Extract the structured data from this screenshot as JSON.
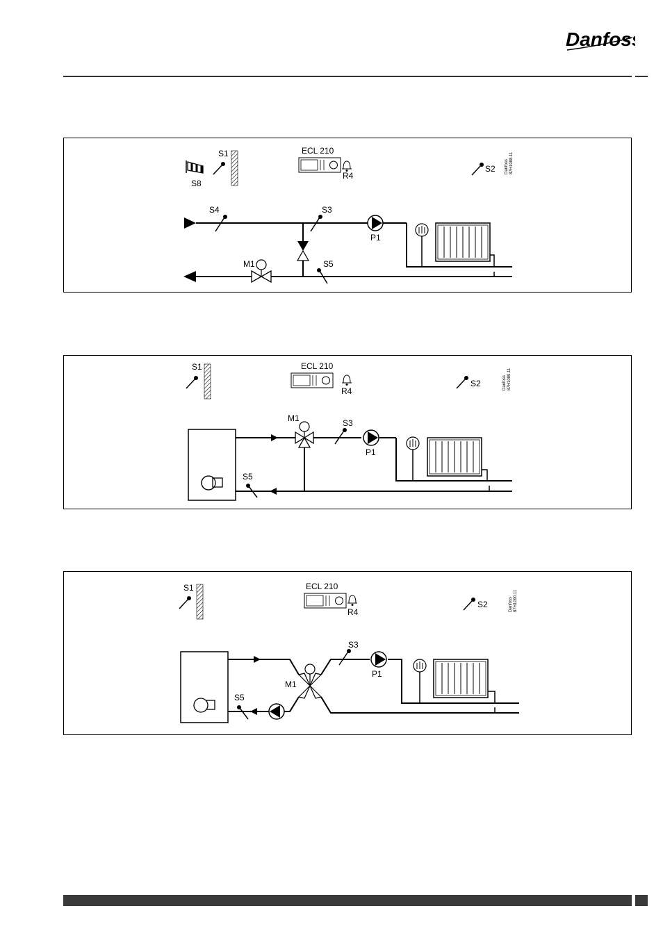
{
  "brand": {
    "logo_text": "Danfoss"
  },
  "diagrams": [
    {
      "controller": "ECL 210",
      "code": [
        "Danfoss",
        "87H1088.11"
      ],
      "labels": {
        "s8": "S8",
        "s1": "S1",
        "s2": "S2",
        "s3": "S3",
        "s4": "S4",
        "s5": "S5",
        "r4": "R4",
        "p1": "P1",
        "m1": "M1"
      }
    },
    {
      "controller": "ECL 210",
      "code": [
        "Danfoss",
        "87H1089.11"
      ],
      "labels": {
        "s1": "S1",
        "s2": "S2",
        "s3": "S3",
        "s5": "S5",
        "r4": "R4",
        "p1": "P1",
        "m1": "M1"
      }
    },
    {
      "controller": "ECL 210",
      "code": [
        "Danfoss",
        "87H1090.11"
      ],
      "labels": {
        "s1": "S1",
        "s2": "S2",
        "s3": "S3",
        "s5": "S5",
        "r4": "R4",
        "p1": "P1",
        "m1": "M1"
      }
    }
  ]
}
